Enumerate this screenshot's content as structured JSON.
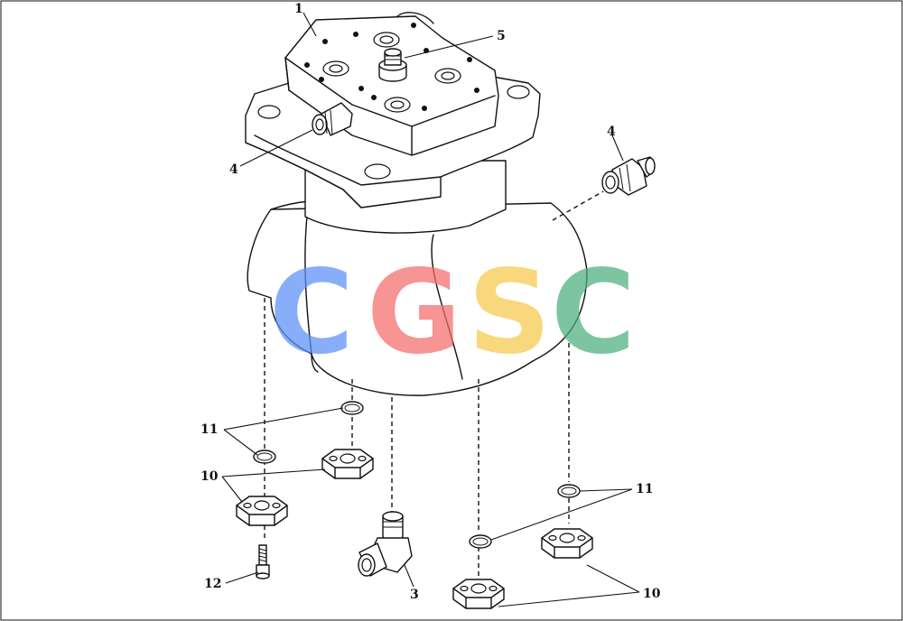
{
  "callouts": {
    "c1": "1",
    "c3": "3",
    "c4a": "4",
    "c4b": "4",
    "c5": "5",
    "c10a": "10",
    "c10b": "10",
    "c11a": "11",
    "c11b": "11",
    "c12": "12"
  },
  "watermark": {
    "letters": [
      "C",
      "G",
      "S",
      "C"
    ],
    "colors": [
      "#5b8ff9",
      "#f56c6c",
      "#f7c84a",
      "#4caf7d"
    ]
  }
}
